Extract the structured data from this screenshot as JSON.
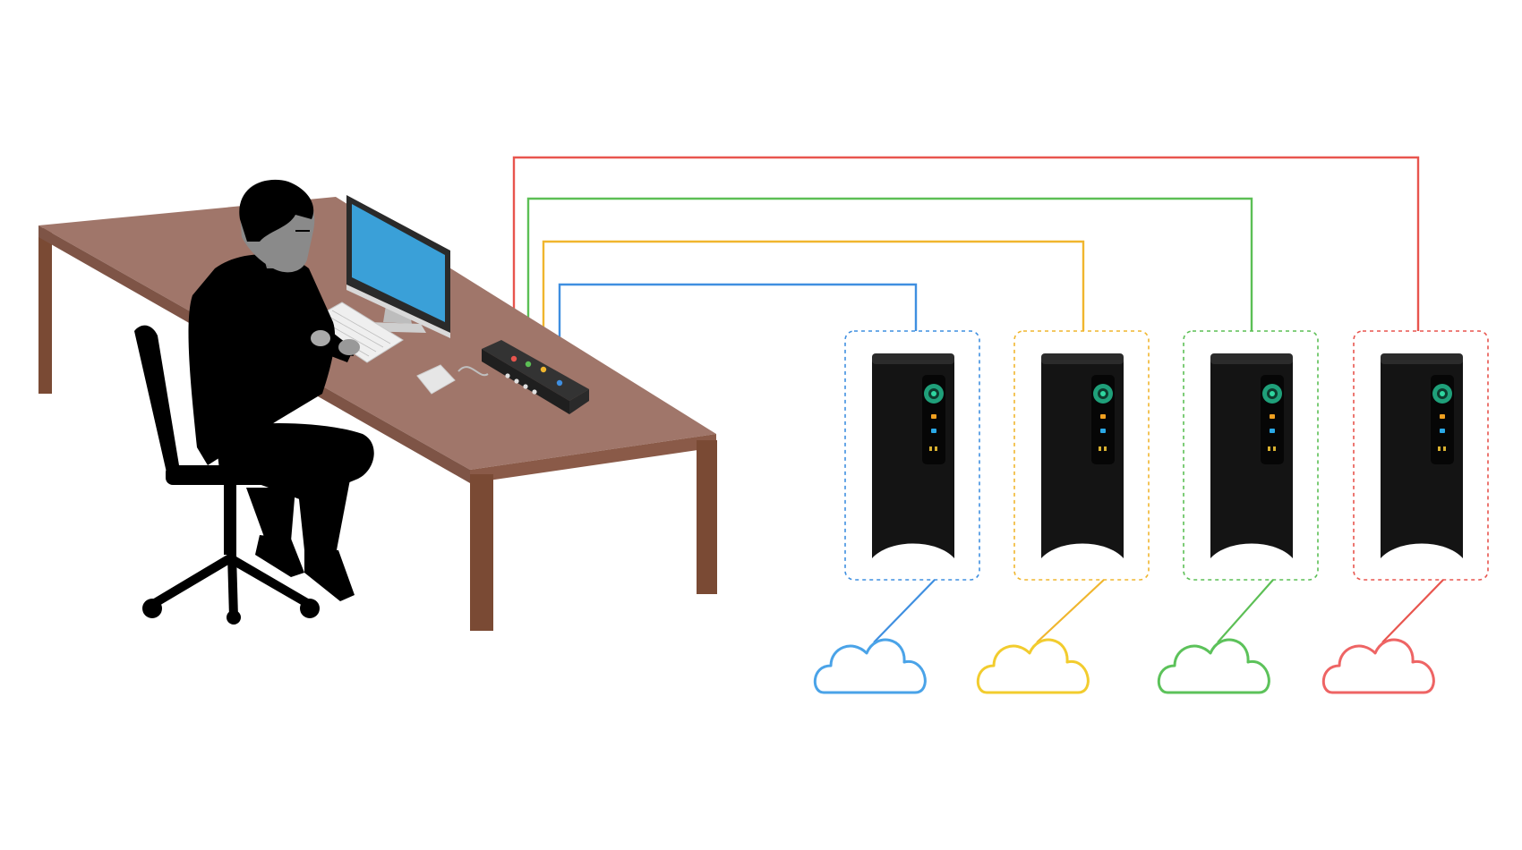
{
  "colors": {
    "background": "#ffffff",
    "desk_top": "#a0766a",
    "desk_leg": "#7a4a34",
    "silhouette": "#000000",
    "monitor_screen": "#3aa0d8",
    "kvm_switch": "#1f1f1f",
    "server_body": "#141414",
    "red": "#e8554e",
    "green": "#5cbf55",
    "yellow": "#f0b62e",
    "blue": "#3f8fe0",
    "cloud_blue": "#4aa3e8",
    "cloud_yellow": "#f2cc2e",
    "cloud_green": "#5cc25a",
    "cloud_red": "#ee6464"
  },
  "scene": {
    "person": "person-silhouette-icon",
    "chair": "office-chair-icon",
    "desk": "desk-icon",
    "monitor": "desktop-monitor-icon",
    "keyboard": "keyboard-icon",
    "mouse": "mouse-icon",
    "switch": "kvm-switch-icon"
  },
  "servers": [
    {
      "color": "blue",
      "icon": "server-tower-icon",
      "cloud_icon": "cloud-icon"
    },
    {
      "color": "yellow",
      "icon": "server-tower-icon",
      "cloud_icon": "cloud-icon"
    },
    {
      "color": "green",
      "icon": "server-tower-icon",
      "cloud_icon": "cloud-icon"
    },
    {
      "color": "red",
      "icon": "server-tower-icon",
      "cloud_icon": "cloud-icon"
    }
  ]
}
